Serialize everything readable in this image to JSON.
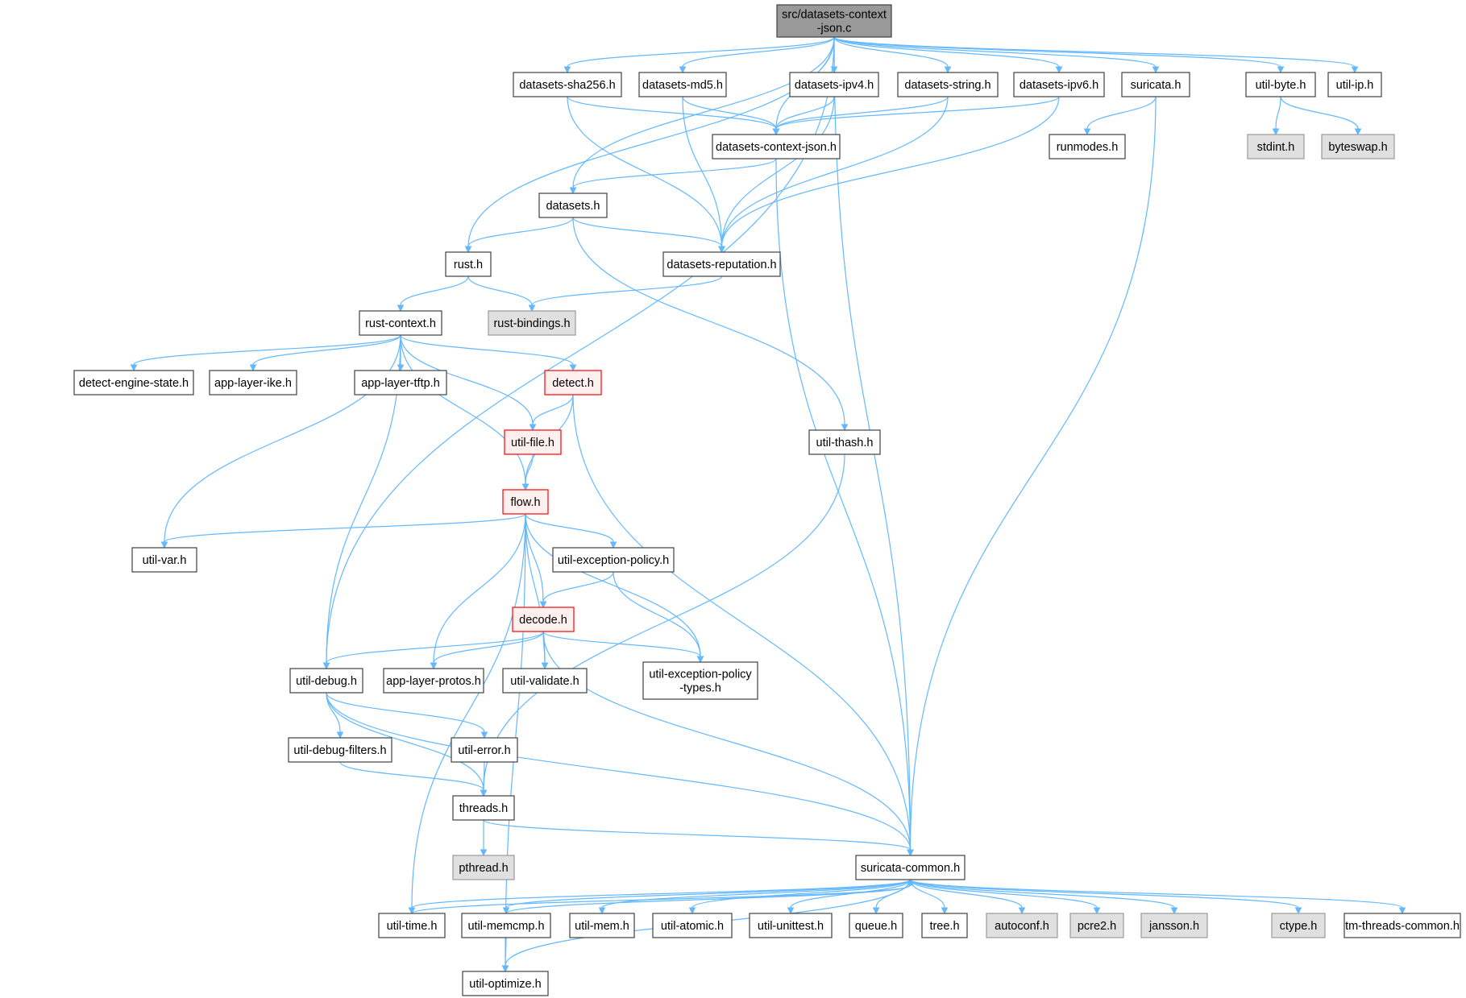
{
  "colors": {
    "edge": "#63b8ff",
    "node_fill": "#ffffff",
    "node_stroke": "#404040",
    "root_fill": "#999999",
    "system_fill": "#e0e0e0",
    "system_stroke": "#999999",
    "truncated_fill": "#fff0f0",
    "truncated_stroke": "#ff0000"
  },
  "nodes": [
    {
      "id": "root",
      "lines": [
        "src/datasets-context",
        "-json.c"
      ],
      "kind": "root"
    },
    {
      "id": "sha256",
      "lines": [
        "datasets-sha256.h"
      ],
      "kind": "normal"
    },
    {
      "id": "md5",
      "lines": [
        "datasets-md5.h"
      ],
      "kind": "normal"
    },
    {
      "id": "ipv4",
      "lines": [
        "datasets-ipv4.h"
      ],
      "kind": "normal"
    },
    {
      "id": "string",
      "lines": [
        "datasets-string.h"
      ],
      "kind": "normal"
    },
    {
      "id": "ipv6",
      "lines": [
        "datasets-ipv6.h"
      ],
      "kind": "normal"
    },
    {
      "id": "suricata",
      "lines": [
        "suricata.h"
      ],
      "kind": "normal"
    },
    {
      "id": "utilbyte",
      "lines": [
        "util-byte.h"
      ],
      "kind": "normal"
    },
    {
      "id": "utilip",
      "lines": [
        "util-ip.h"
      ],
      "kind": "normal"
    },
    {
      "id": "ctxjson",
      "lines": [
        "datasets-context-json.h"
      ],
      "kind": "normal"
    },
    {
      "id": "runmodes",
      "lines": [
        "runmodes.h"
      ],
      "kind": "normal"
    },
    {
      "id": "stdint",
      "lines": [
        "stdint.h"
      ],
      "kind": "system"
    },
    {
      "id": "byteswap",
      "lines": [
        "byteswap.h"
      ],
      "kind": "system"
    },
    {
      "id": "datasets",
      "lines": [
        "datasets.h"
      ],
      "kind": "normal"
    },
    {
      "id": "rust",
      "lines": [
        "rust.h"
      ],
      "kind": "normal"
    },
    {
      "id": "reputation",
      "lines": [
        "datasets-reputation.h"
      ],
      "kind": "normal"
    },
    {
      "id": "rustbind",
      "lines": [
        "rust-bindings.h"
      ],
      "kind": "system"
    },
    {
      "id": "rustctx",
      "lines": [
        "rust-context.h"
      ],
      "kind": "normal"
    },
    {
      "id": "detengine",
      "lines": [
        "detect-engine-state.h"
      ],
      "kind": "normal"
    },
    {
      "id": "alike",
      "lines": [
        "app-layer-ike.h"
      ],
      "kind": "normal"
    },
    {
      "id": "altftp",
      "lines": [
        "app-layer-tftp.h"
      ],
      "kind": "normal"
    },
    {
      "id": "detect",
      "lines": [
        "detect.h"
      ],
      "kind": "truncated"
    },
    {
      "id": "utilfile",
      "lines": [
        "util-file.h"
      ],
      "kind": "truncated"
    },
    {
      "id": "utilthash",
      "lines": [
        "util-thash.h"
      ],
      "kind": "normal"
    },
    {
      "id": "flow",
      "lines": [
        "flow.h"
      ],
      "kind": "truncated"
    },
    {
      "id": "utilvar",
      "lines": [
        "util-var.h"
      ],
      "kind": "normal"
    },
    {
      "id": "exceppol",
      "lines": [
        "util-exception-policy.h"
      ],
      "kind": "normal"
    },
    {
      "id": "decode",
      "lines": [
        "decode.h"
      ],
      "kind": "truncated"
    },
    {
      "id": "utildebug",
      "lines": [
        "util-debug.h"
      ],
      "kind": "normal"
    },
    {
      "id": "alprotos",
      "lines": [
        "app-layer-protos.h"
      ],
      "kind": "normal"
    },
    {
      "id": "utilvalidate",
      "lines": [
        "util-validate.h"
      ],
      "kind": "normal"
    },
    {
      "id": "exceptypes",
      "lines": [
        "util-exception-policy",
        "-types.h"
      ],
      "kind": "normal"
    },
    {
      "id": "debugfilters",
      "lines": [
        "util-debug-filters.h"
      ],
      "kind": "normal"
    },
    {
      "id": "utilerror",
      "lines": [
        "util-error.h"
      ],
      "kind": "normal"
    },
    {
      "id": "threads",
      "lines": [
        "threads.h"
      ],
      "kind": "normal"
    },
    {
      "id": "pthread",
      "lines": [
        "pthread.h"
      ],
      "kind": "system"
    },
    {
      "id": "common",
      "lines": [
        "suricata-common.h"
      ],
      "kind": "normal"
    },
    {
      "id": "utiltime",
      "lines": [
        "util-time.h"
      ],
      "kind": "normal"
    },
    {
      "id": "memcmp",
      "lines": [
        "util-memcmp.h"
      ],
      "kind": "normal"
    },
    {
      "id": "utilmem",
      "lines": [
        "util-mem.h"
      ],
      "kind": "normal"
    },
    {
      "id": "atomic",
      "lines": [
        "util-atomic.h"
      ],
      "kind": "normal"
    },
    {
      "id": "unittest",
      "lines": [
        "util-unittest.h"
      ],
      "kind": "normal"
    },
    {
      "id": "queue",
      "lines": [
        "queue.h"
      ],
      "kind": "normal"
    },
    {
      "id": "tree",
      "lines": [
        "tree.h"
      ],
      "kind": "normal"
    },
    {
      "id": "autoconf",
      "lines": [
        "autoconf.h"
      ],
      "kind": "system"
    },
    {
      "id": "pcre2",
      "lines": [
        "pcre2.h"
      ],
      "kind": "system"
    },
    {
      "id": "jansson",
      "lines": [
        "jansson.h"
      ],
      "kind": "system"
    },
    {
      "id": "ctype",
      "lines": [
        "ctype.h"
      ],
      "kind": "system"
    },
    {
      "id": "tmthreads",
      "lines": [
        "tm-threads-common.h"
      ],
      "kind": "normal"
    },
    {
      "id": "optimize",
      "lines": [
        "util-optimize.h"
      ],
      "kind": "normal"
    }
  ],
  "edges": [
    [
      "root",
      "sha256"
    ],
    [
      "root",
      "md5"
    ],
    [
      "root",
      "ipv4"
    ],
    [
      "root",
      "string"
    ],
    [
      "root",
      "ipv6"
    ],
    [
      "root",
      "suricata"
    ],
    [
      "root",
      "utilbyte"
    ],
    [
      "root",
      "utilip"
    ],
    [
      "root",
      "ctxjson"
    ],
    [
      "root",
      "datasets"
    ],
    [
      "root",
      "rust"
    ],
    [
      "root",
      "utildebug"
    ],
    [
      "root",
      "common"
    ],
    [
      "sha256",
      "ctxjson"
    ],
    [
      "sha256",
      "reputation"
    ],
    [
      "md5",
      "ctxjson"
    ],
    [
      "md5",
      "reputation"
    ],
    [
      "ipv4",
      "ctxjson"
    ],
    [
      "ipv4",
      "reputation"
    ],
    [
      "string",
      "ctxjson"
    ],
    [
      "string",
      "reputation"
    ],
    [
      "ipv6",
      "ctxjson"
    ],
    [
      "ipv6",
      "reputation"
    ],
    [
      "suricata",
      "runmodes"
    ],
    [
      "suricata",
      "common"
    ],
    [
      "utilbyte",
      "stdint"
    ],
    [
      "utilbyte",
      "byteswap"
    ],
    [
      "ctxjson",
      "datasets"
    ],
    [
      "ctxjson",
      "common"
    ],
    [
      "datasets",
      "rust"
    ],
    [
      "datasets",
      "reputation"
    ],
    [
      "datasets",
      "utilthash"
    ],
    [
      "rust",
      "rustbind"
    ],
    [
      "rust",
      "rustctx"
    ],
    [
      "reputation",
      "rustbind"
    ],
    [
      "rustctx",
      "detengine"
    ],
    [
      "rustctx",
      "alike"
    ],
    [
      "rustctx",
      "altftp"
    ],
    [
      "rustctx",
      "detect"
    ],
    [
      "rustctx",
      "utilfile"
    ],
    [
      "rustctx",
      "flow"
    ],
    [
      "rustctx",
      "utilvar"
    ],
    [
      "rustctx",
      "utildebug"
    ],
    [
      "detect",
      "utilfile"
    ],
    [
      "detect",
      "flow"
    ],
    [
      "detect",
      "common"
    ],
    [
      "utilfile",
      "flow"
    ],
    [
      "utilthash",
      "threads"
    ],
    [
      "flow",
      "utilvar"
    ],
    [
      "flow",
      "exceppol"
    ],
    [
      "flow",
      "decode"
    ],
    [
      "flow",
      "alprotos"
    ],
    [
      "flow",
      "utilvalidate"
    ],
    [
      "flow",
      "exceptypes"
    ],
    [
      "flow",
      "utiltime"
    ],
    [
      "flow",
      "optimize"
    ],
    [
      "exceppol",
      "decode"
    ],
    [
      "exceppol",
      "exceptypes"
    ],
    [
      "decode",
      "utildebug"
    ],
    [
      "decode",
      "alprotos"
    ],
    [
      "decode",
      "utilvalidate"
    ],
    [
      "decode",
      "exceptypes"
    ],
    [
      "decode",
      "common"
    ],
    [
      "utildebug",
      "debugfilters"
    ],
    [
      "utildebug",
      "utilerror"
    ],
    [
      "utildebug",
      "threads"
    ],
    [
      "utildebug",
      "common"
    ],
    [
      "debugfilters",
      "threads"
    ],
    [
      "utilerror",
      "threads"
    ],
    [
      "threads",
      "pthread"
    ],
    [
      "threads",
      "common"
    ],
    [
      "common",
      "utiltime"
    ],
    [
      "common",
      "memcmp"
    ],
    [
      "common",
      "utilmem"
    ],
    [
      "common",
      "atomic"
    ],
    [
      "common",
      "unittest"
    ],
    [
      "common",
      "queue"
    ],
    [
      "common",
      "tree"
    ],
    [
      "common",
      "autoconf"
    ],
    [
      "common",
      "pcre2"
    ],
    [
      "common",
      "jansson"
    ],
    [
      "common",
      "ctype"
    ],
    [
      "common",
      "tmthreads"
    ],
    [
      "common",
      "optimize"
    ],
    [
      "utiltime",
      "common"
    ],
    [
      "memcmp",
      "common"
    ],
    [
      "memcmp",
      "optimize"
    ]
  ]
}
